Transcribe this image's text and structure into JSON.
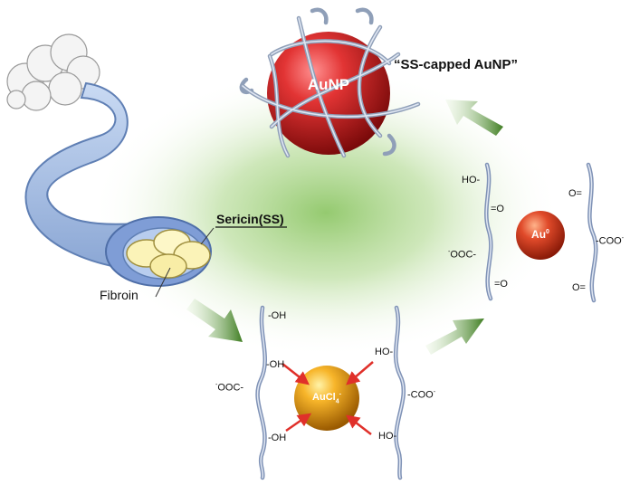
{
  "figure": {
    "label_ss_capped": "“SS-capped AuNP”",
    "label_sericin": "Sericin(SS)",
    "label_fibroin": "Fibroin",
    "label_aunp": "AuNP",
    "auncl4_base": "AuCl",
    "auncl4_sub": "4",
    "auncl4_sup": "-",
    "au0_base": "Au",
    "au0_sup": "0",
    "groups": {
      "oh_top": "-OH",
      "oh_mid": "-OH",
      "oh_bottom": "-OH",
      "ooc_left": "OOC-",
      "ooc_left_sup": "-",
      "ho_mid": "HO-",
      "ho_bottom": "HO-",
      "coo_right": "-COO",
      "coo_right_sup": "-",
      "ho_upper": "HO-",
      "eq_o_1": "=O",
      "ooc_upper": "OOC-",
      "ooc_upper_sup": "-",
      "eq_o_2": "=O",
      "o_eq_1": "O=",
      "coo_far": "-COO",
      "coo_far_sup": "-",
      "o_eq_2": "O="
    },
    "colors": {
      "glow": "#9fcf7a",
      "aunp_red": "#d42a2a",
      "aucl4_gold": "#f2a81c",
      "au0_red": "#d9402a",
      "chain_blue": "#7f92b6",
      "fiber_blue": "#a9c1e6",
      "arrow_green": "#4e8a2c",
      "arrow_red": "#e0302a"
    }
  }
}
